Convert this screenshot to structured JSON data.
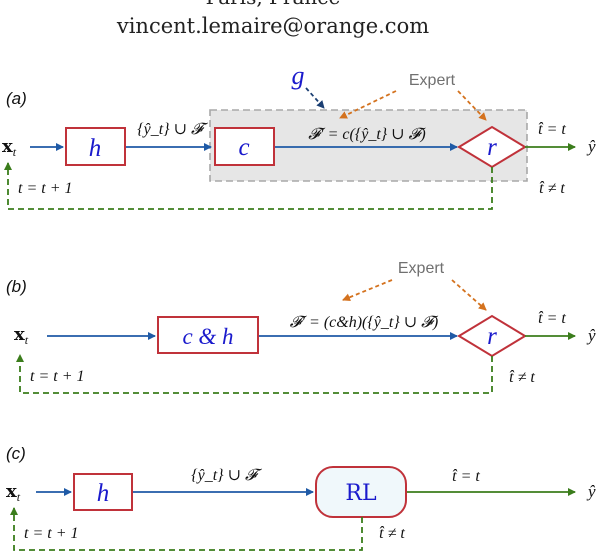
{
  "header": {
    "affiliation_partial": "Paris, France",
    "email": "vincent.lemaire@orange.com"
  },
  "colors": {
    "box_stroke": "#c0323a",
    "blue_text": "#1a1acc",
    "blue_arrow": "#1f5aa6",
    "green_arrow": "#3b7d1c",
    "orange_dash": "#d4721e",
    "gray_region": "#e6e6e6",
    "gray_stroke": "#a8a8a8",
    "rl_fill": "#f0f8fb"
  },
  "panel_a": {
    "label": "(a)",
    "input": "x",
    "input_sub": "t",
    "h_box": "h",
    "edge_h_c": "{ŷ_t} ∪ 𝓕",
    "c_box": "c",
    "edge_c_r": "𝓕′ = c({ŷ_t} ∪ 𝓕)",
    "r_box": "r",
    "g_label": "g",
    "expert": "Expert",
    "out_true": "t̂ = t",
    "out_false": "t̂ ≠ t",
    "output": "ŷ",
    "loop": "t = t + 1"
  },
  "panel_b": {
    "label": "(b)",
    "input": "x",
    "input_sub": "t",
    "ch_box": "c & h",
    "edge_ch_r": "𝓕′ = (c&h)({ŷ_t} ∪ 𝓕)",
    "r_box": "r",
    "expert": "Expert",
    "out_true": "t̂ = t",
    "out_false": "t̂ ≠ t",
    "output": "ŷ",
    "loop": "t = t + 1"
  },
  "panel_c": {
    "label": "(c)",
    "input": "x",
    "input_sub": "t",
    "h_box": "h",
    "edge_h_rl": "{ŷ_t} ∪ 𝓕",
    "rl_box": "RL",
    "out_true": "t̂ = t",
    "out_false": "t̂ ≠ t",
    "output": "ŷ",
    "loop": "t = t + 1"
  }
}
